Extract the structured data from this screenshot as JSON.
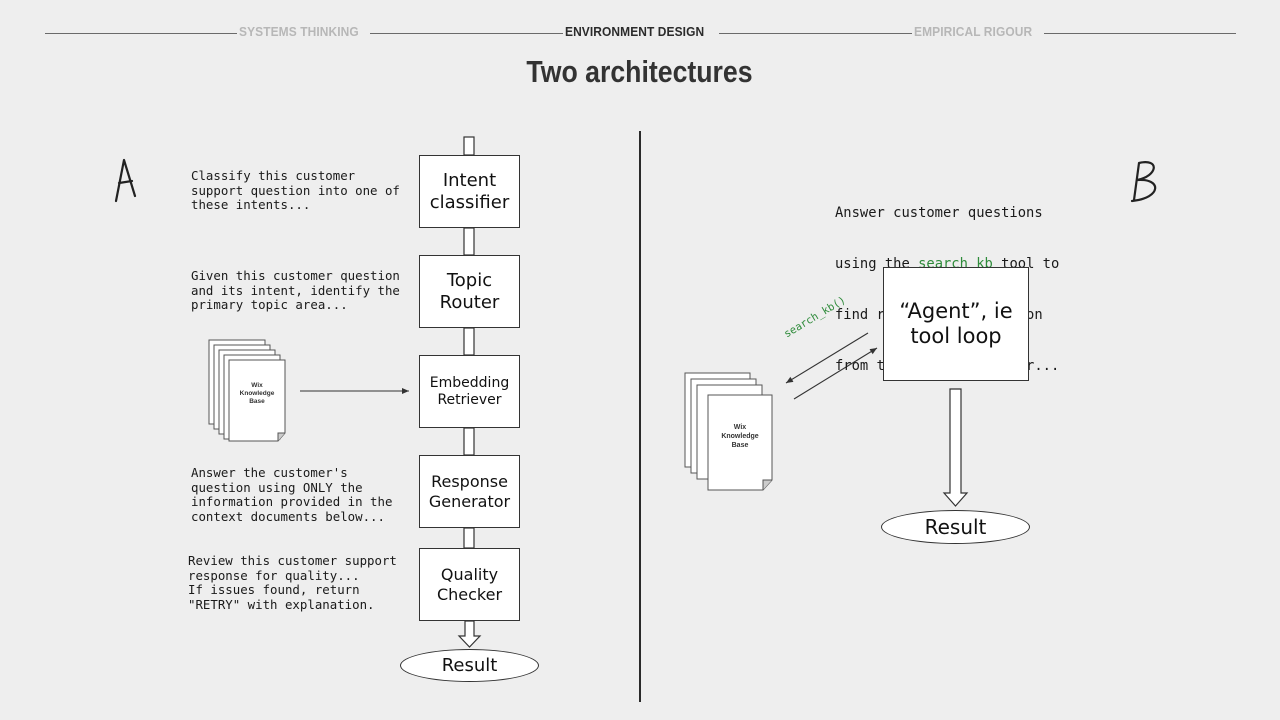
{
  "nav": {
    "items": [
      {
        "label": "SYSTEMS THINKING",
        "active": false
      },
      {
        "label": "ENVIRONMENT DESIGN",
        "active": true
      },
      {
        "label": "EMPIRICAL RIGOUR",
        "active": false
      }
    ]
  },
  "title": "Two architectures",
  "panel_a": {
    "letter": "A",
    "stages": [
      {
        "label": "Intent\nclassifier",
        "prompt": "Classify this customer\nsupport question into one of\nthese intents..."
      },
      {
        "label": "Topic\nRouter",
        "prompt": "Given this customer question\nand its intent, identify the\nprimary topic area..."
      },
      {
        "label": "Embedding\nRetriever",
        "prompt": ""
      },
      {
        "label": "Response\nGenerator",
        "prompt": "Answer the customer's\nquestion using ONLY the\ninformation provided in the\ncontext documents below..."
      },
      {
        "label": "Quality\nChecker",
        "prompt": "Review this customer support\nresponse for quality...\nIf issues found, return\n\"RETRY\" with explanation."
      }
    ],
    "knowledge_base": {
      "line1": "Wix",
      "line2": "Knowledge",
      "line3": "Base"
    },
    "result": "Result"
  },
  "panel_b": {
    "letter": "B",
    "prompt": {
      "line1": "Answer customer questions",
      "line2_pre": "using the ",
      "line2_code": "search_kb",
      "line2_post": " tool to",
      "line3": "find relevant information",
      "line4": "from the Wix Help Center..."
    },
    "agent_label": "“Agent”, ie\ntool loop",
    "tool_call": "search_kb()",
    "knowledge_base": {
      "line1": "Wix",
      "line2": "Knowledge",
      "line3": "Base"
    },
    "result": "Result"
  },
  "colors": {
    "background": "#eeeeee",
    "accent_green": "#2e8b3a",
    "nav_inactive": "#b7b7b7",
    "ink": "#1a1a1a"
  }
}
